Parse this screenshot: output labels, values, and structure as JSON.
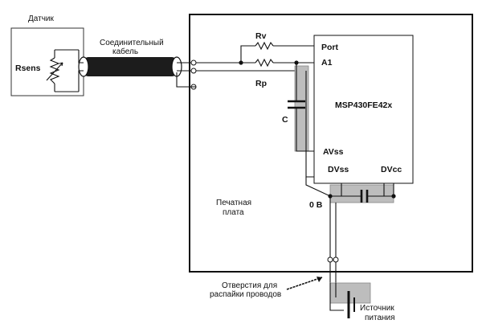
{
  "sensor": {
    "title": "Датчик",
    "resistor": "Rsens"
  },
  "cable": {
    "line1": "Соединительный",
    "line2": "кабель"
  },
  "resistors": {
    "rv": "Rv",
    "rp": "Rp"
  },
  "capacitor": "C",
  "mcu": {
    "port": "Port",
    "a1": "A1",
    "name": "MSP430FE42x",
    "avss": "AVss",
    "dvss": "DVss",
    "dvcc": "DVcc"
  },
  "ground": "0 В",
  "board": {
    "line1": "Печатная",
    "line2": "плата"
  },
  "holes": {
    "line1": "Отверстия для",
    "line2": "распайки проводов"
  },
  "power": {
    "line1": "Источник",
    "line2": "питания"
  }
}
